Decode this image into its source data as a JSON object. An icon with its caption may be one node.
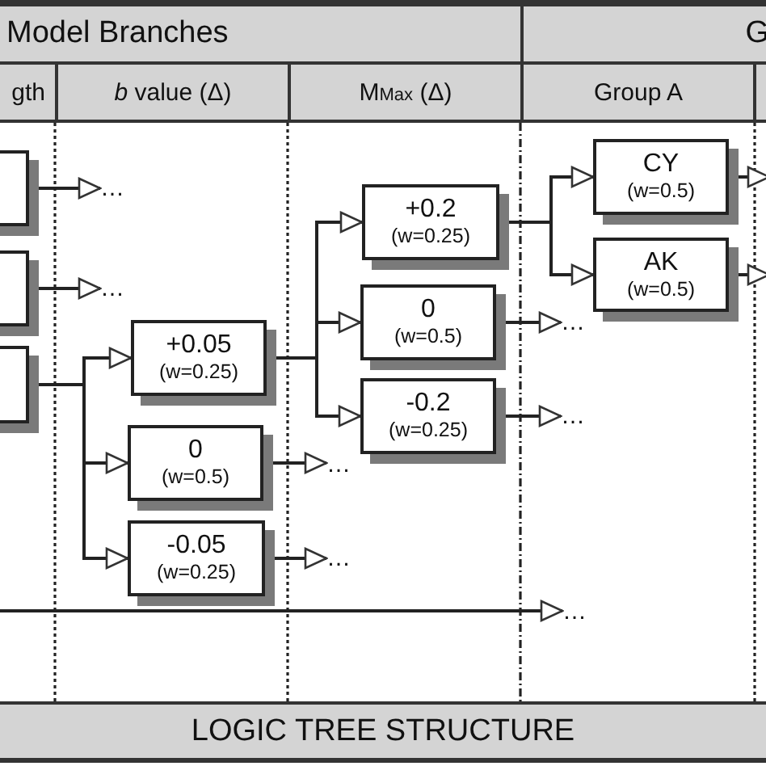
{
  "diagram": {
    "nodes": [
      {
        "text": [
          "Model Branches"
        ]
      },
      {
        "text": [
          "G"
        ]
      },
      {
        "text": [
          "gth"
        ]
      },
      {
        "text": [
          "*b* value (Δ)"
        ]
      },
      {
        "text": [
          "M$_{Max}$ (Δ)"
        ]
      },
      {
        "text": [
          "Group A"
        ]
      },
      {
        "text": [],
        "shape": "box"
      },
      {
        "text": [],
        "shape": "box"
      },
      {
        "text": [],
        "shape": "box"
      },
      {
        "text": [
          "…"
        ]
      },
      {
        "text": [
          "…"
        ]
      },
      {
        "text": [
          "+0.05",
          "(w=0.25)"
        ]
      },
      {
        "text": [
          "0",
          "(w=0.5)"
        ]
      },
      {
        "text": [
          "-0.05",
          "(w=0.25)"
        ]
      },
      {
        "text": [
          "+0.2",
          "(w=0.25)"
        ]
      },
      {
        "text": [
          "0",
          "(w=0.5)"
        ]
      },
      {
        "text": [
          "-0.2",
          "(w=0.25)"
        ]
      },
      {
        "text": [
          "…"
        ]
      },
      {
        "text": [
          "…"
        ]
      },
      {
        "text": [
          "CY",
          "(w=0.5)"
        ]
      },
      {
        "text": [
          "AK",
          "(w=0.5)"
        ]
      },
      {
        "text": [
          "…"
        ]
      },
      {
        "text": [
          "…"
        ]
      },
      {
        "text": [
          "…"
        ]
      },
      {
        "text": [
          "LOGIC TREE STRUCTURE"
        ]
      }
    ],
    "edges": [
      {
        "from": 6,
        "to": 9,
        "arrow": "to"
      },
      {
        "from": 7,
        "to": 10,
        "arrow": "to"
      },
      {
        "from": 8,
        "to": 11,
        "arrow": "to"
      },
      {
        "from": 8,
        "to": 12,
        "arrow": "to"
      },
      {
        "from": 8,
        "to": 13,
        "arrow": "to"
      },
      {
        "from": 11,
        "to": 14,
        "arrow": "to"
      },
      {
        "from": 11,
        "to": 15,
        "arrow": "to"
      },
      {
        "from": 11,
        "to": 16,
        "arrow": "to"
      },
      {
        "from": 12,
        "to": 17,
        "arrow": "to"
      },
      {
        "from": 13,
        "to": 18,
        "arrow": "to"
      },
      {
        "from": 14,
        "to": 19,
        "arrow": "to"
      },
      {
        "from": 14,
        "to": 20,
        "arrow": "to"
      },
      {
        "from": 15,
        "to": 21,
        "arrow": "to"
      },
      {
        "from": 16,
        "to": 22,
        "arrow": "to"
      },
      {
        "from": 19,
        "to": null,
        "arrow": "to"
      },
      {
        "from": 20,
        "to": null,
        "arrow": "to"
      },
      {
        "from": null,
        "to": 23,
        "arrow": "to"
      }
    ]
  }
}
